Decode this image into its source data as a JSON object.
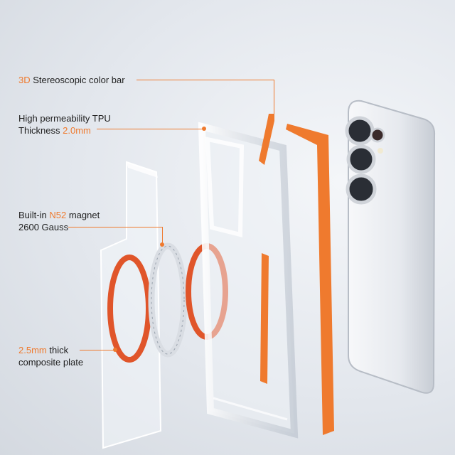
{
  "callouts": {
    "color_bar": {
      "accent": "3D",
      "text": " Stereoscopic color bar"
    },
    "tpu": {
      "line1": "High permeability TPU",
      "line2_prefix": "Thickness ",
      "line2_accent": "2.0mm"
    },
    "magnet": {
      "line1_prefix": "Built-in ",
      "line1_accent": "N52",
      "line1_suffix": " magnet",
      "line2": "2600 Gauss"
    },
    "plate": {
      "line1_accent": "2.5mm",
      "line1_suffix": " thick",
      "line2": "composite plate"
    }
  },
  "colors": {
    "accent": "#ef7a2e",
    "magnet_ring": "#e0552a",
    "background": "#e3e7ed"
  }
}
